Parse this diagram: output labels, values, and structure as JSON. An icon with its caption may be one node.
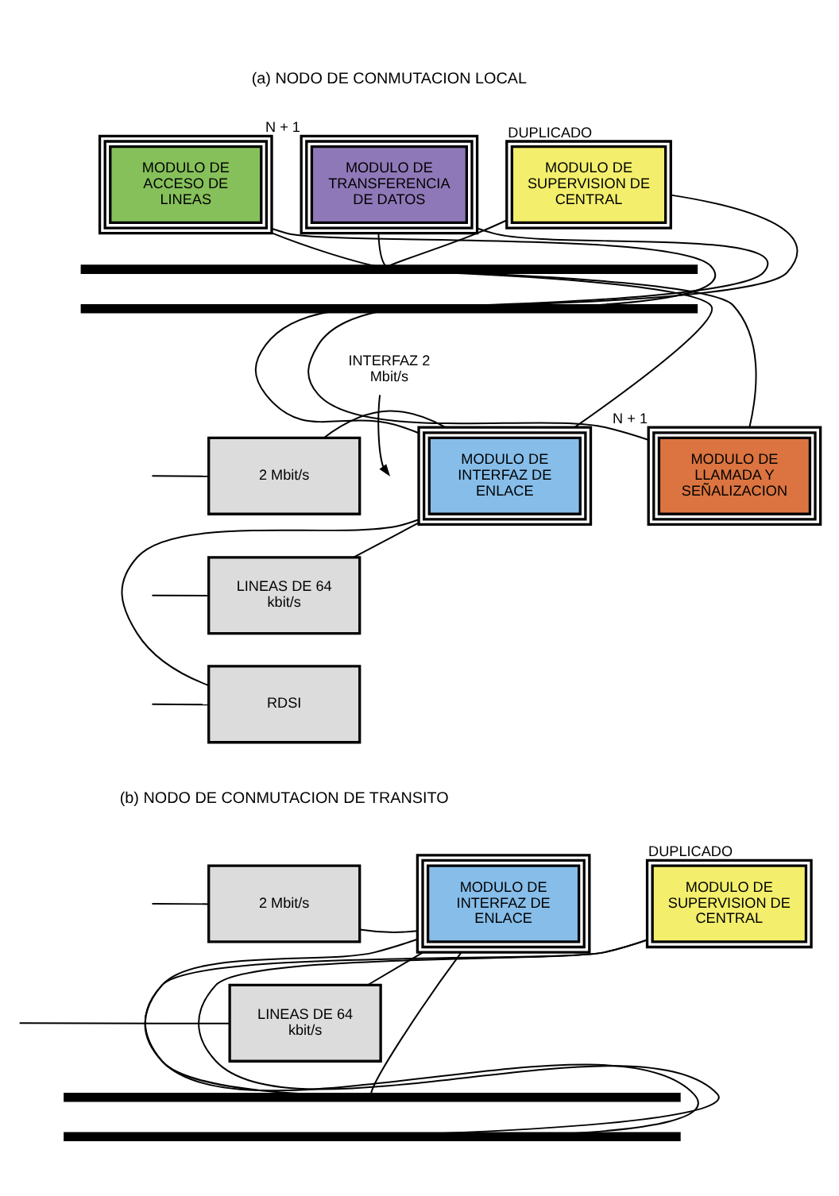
{
  "diagram": {
    "nodes": [
      {
        "text": [
          "MODULO DE ACCESO DE LINEAS"
        ]
      },
      {
        "text": [
          "MODULO DE TRANSFERENCIA DE DATOS"
        ],
        "beside": [
          "N + 1"
        ]
      },
      {
        "text": [
          "MODULO DE SUPERVISION DE CENTRAL"
        ],
        "beside": [
          "DUPLICADO"
        ]
      },
      {
        "text": [],
        "shape": "bar"
      },
      {
        "text": [],
        "shape": "bar"
      },
      {
        "text": [
          "2 Mbit/s"
        ]
      },
      {
        "text": [
          "LINEAS DE 64 kbit/s"
        ]
      },
      {
        "text": [
          "RDSI"
        ]
      },
      {
        "text": [
          "MODULO DE INTERFAZ DE ENLACE"
        ]
      },
      {
        "text": [
          "MODULO DE LLAMADA Y SEÑALIZACION"
        ],
        "beside": [
          "N + 1"
        ]
      },
      {
        "text": [
          "INTERFAZ 2 Mbit/s"
        ]
      },
      {
        "text": [
          "2 Mbit/s"
        ]
      },
      {
        "text": [
          "LINEAS DE 64 kbit/s"
        ]
      },
      {
        "text": [
          "MODULO DE INTERFAZ DE ENLACE"
        ]
      },
      {
        "text": [
          "MODULO DE SUPERVISION DE CENTRAL"
        ],
        "beside": [
          "DUPLICADO"
        ]
      },
      {
        "text": [],
        "shape": "bar"
      },
      {
        "text": [],
        "shape": "bar"
      }
    ],
    "edges": [
      {
        "from": 0,
        "to": 3,
        "arrow": "none"
      },
      {
        "from": 0,
        "to": 4,
        "arrow": "none"
      },
      {
        "from": 1,
        "to": 3,
        "arrow": "none"
      },
      {
        "from": 1,
        "to": 4,
        "arrow": "none"
      },
      {
        "from": 2,
        "to": 3,
        "arrow": "none"
      },
      {
        "from": 2,
        "to": 4,
        "arrow": "none"
      },
      {
        "from": 3,
        "to": 8,
        "arrow": "none"
      },
      {
        "from": 4,
        "to": 8,
        "arrow": "none"
      },
      {
        "from": 3,
        "to": 9,
        "arrow": "none"
      },
      {
        "from": 4,
        "to": 9,
        "arrow": "none"
      },
      {
        "from": null,
        "to": 5,
        "arrow": "none"
      },
      {
        "from": null,
        "to": 6,
        "arrow": "none"
      },
      {
        "from": null,
        "to": 7,
        "arrow": "none"
      },
      {
        "from": 5,
        "to": 8,
        "arrow": "none"
      },
      {
        "from": 6,
        "to": 8,
        "arrow": "none"
      },
      {
        "from": 7,
        "to": 8,
        "arrow": "none"
      },
      {
        "from": 10,
        "to": null,
        "arrow": "to"
      },
      {
        "from": null,
        "to": 11,
        "arrow": "none"
      },
      {
        "from": null,
        "to": 12,
        "arrow": "none"
      },
      {
        "from": 11,
        "to": 13,
        "arrow": "none"
      },
      {
        "from": 12,
        "to": 13,
        "arrow": "none"
      },
      {
        "from": 13,
        "to": 15,
        "arrow": "none"
      },
      {
        "from": 13,
        "to": 16,
        "arrow": "none"
      },
      {
        "from": 14,
        "to": 15,
        "arrow": "none"
      },
      {
        "from": 14,
        "to": 16,
        "arrow": "none"
      }
    ],
    "labels": [
      "(a) NODO DE CONMUTACION LOCAL",
      "(b) NODO DE CONMUTACION DE TRANSITO"
    ]
  }
}
